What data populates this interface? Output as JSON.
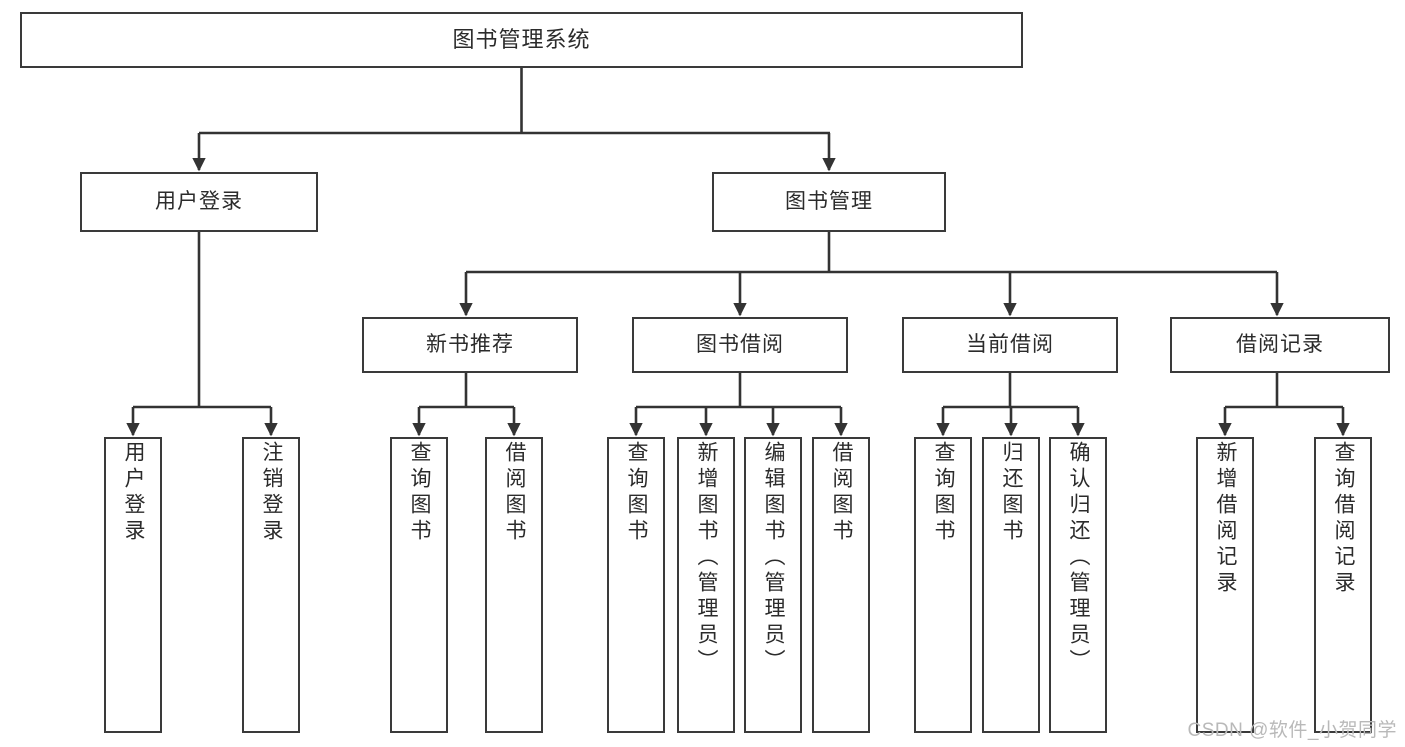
{
  "diagram": {
    "title": "图书管理系统",
    "type": "tree-hierarchy-chart",
    "colors": {
      "box_border": "#3a3a3a",
      "box_fill": "#ffffff",
      "edge": "#333333",
      "text": "#2b2b2b",
      "watermark": "#b9b9b9",
      "background": "#ffffff"
    }
  },
  "nodes": {
    "root": {
      "label": "图书管理系统"
    },
    "level2": [
      {
        "id": "user-login",
        "label": "用户登录"
      },
      {
        "id": "book-management",
        "label": "图书管理"
      }
    ],
    "level3": [
      {
        "id": "new-book-recommend",
        "label": "新书推荐"
      },
      {
        "id": "book-borrow",
        "label": "图书借阅"
      },
      {
        "id": "current-borrow",
        "label": "当前借阅"
      },
      {
        "id": "borrow-record",
        "label": "借阅记录"
      }
    ],
    "leaves": {
      "user_login": [
        {
          "id": "leaf-user-login",
          "label": "用户登录"
        },
        {
          "id": "leaf-logout-login",
          "label": "注销登录"
        }
      ],
      "new_book_recommend": [
        {
          "id": "leaf-query-book-1",
          "label": "查询图书"
        },
        {
          "id": "leaf-borrow-book-1",
          "label": "借阅图书"
        }
      ],
      "book_borrow": [
        {
          "id": "leaf-query-book-2",
          "label": "查询图书"
        },
        {
          "id": "leaf-add-book",
          "label": "新增图书（管理员）"
        },
        {
          "id": "leaf-edit-book",
          "label": "编辑图书（管理员）"
        },
        {
          "id": "leaf-borrow-book-2",
          "label": "借阅图书"
        }
      ],
      "current_borrow": [
        {
          "id": "leaf-query-book-3",
          "label": "查询图书"
        },
        {
          "id": "leaf-return-book",
          "label": "归还图书"
        },
        {
          "id": "leaf-confirm-return",
          "label": "确认归还（管理员）"
        }
      ],
      "borrow_record": [
        {
          "id": "leaf-add-borrow-record",
          "label": "新增借阅记录"
        },
        {
          "id": "leaf-query-borrow-record",
          "label": "查询借阅记录"
        }
      ]
    }
  },
  "watermark": {
    "text": "CSDN @软件_小贺同学"
  }
}
